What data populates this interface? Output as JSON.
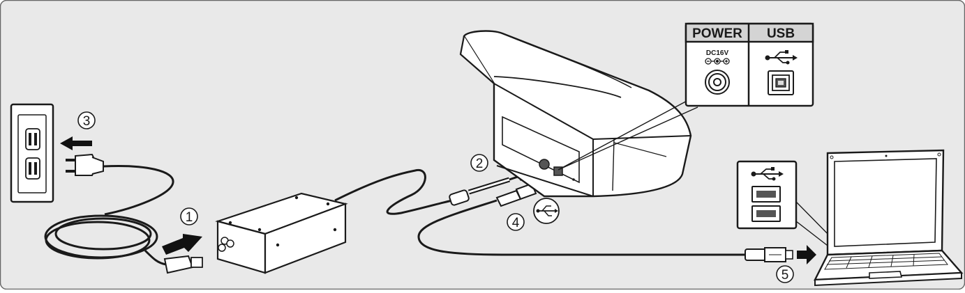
{
  "ports": {
    "power_label": "POWER",
    "usb_label": "USB",
    "voltage": "DC16V"
  },
  "steps": {
    "s1": "1",
    "s2": "2",
    "s3": "3",
    "s4": "4",
    "s5": "5"
  },
  "icons": {
    "usb": "usb-icon",
    "polarity": "dc-polarity-icon",
    "arrow": "push-arrow-icon"
  },
  "colors": {
    "background": "#e9e9e9",
    "line": "#1a1a1a",
    "device": "#ffffff",
    "arrow": "#111111"
  }
}
